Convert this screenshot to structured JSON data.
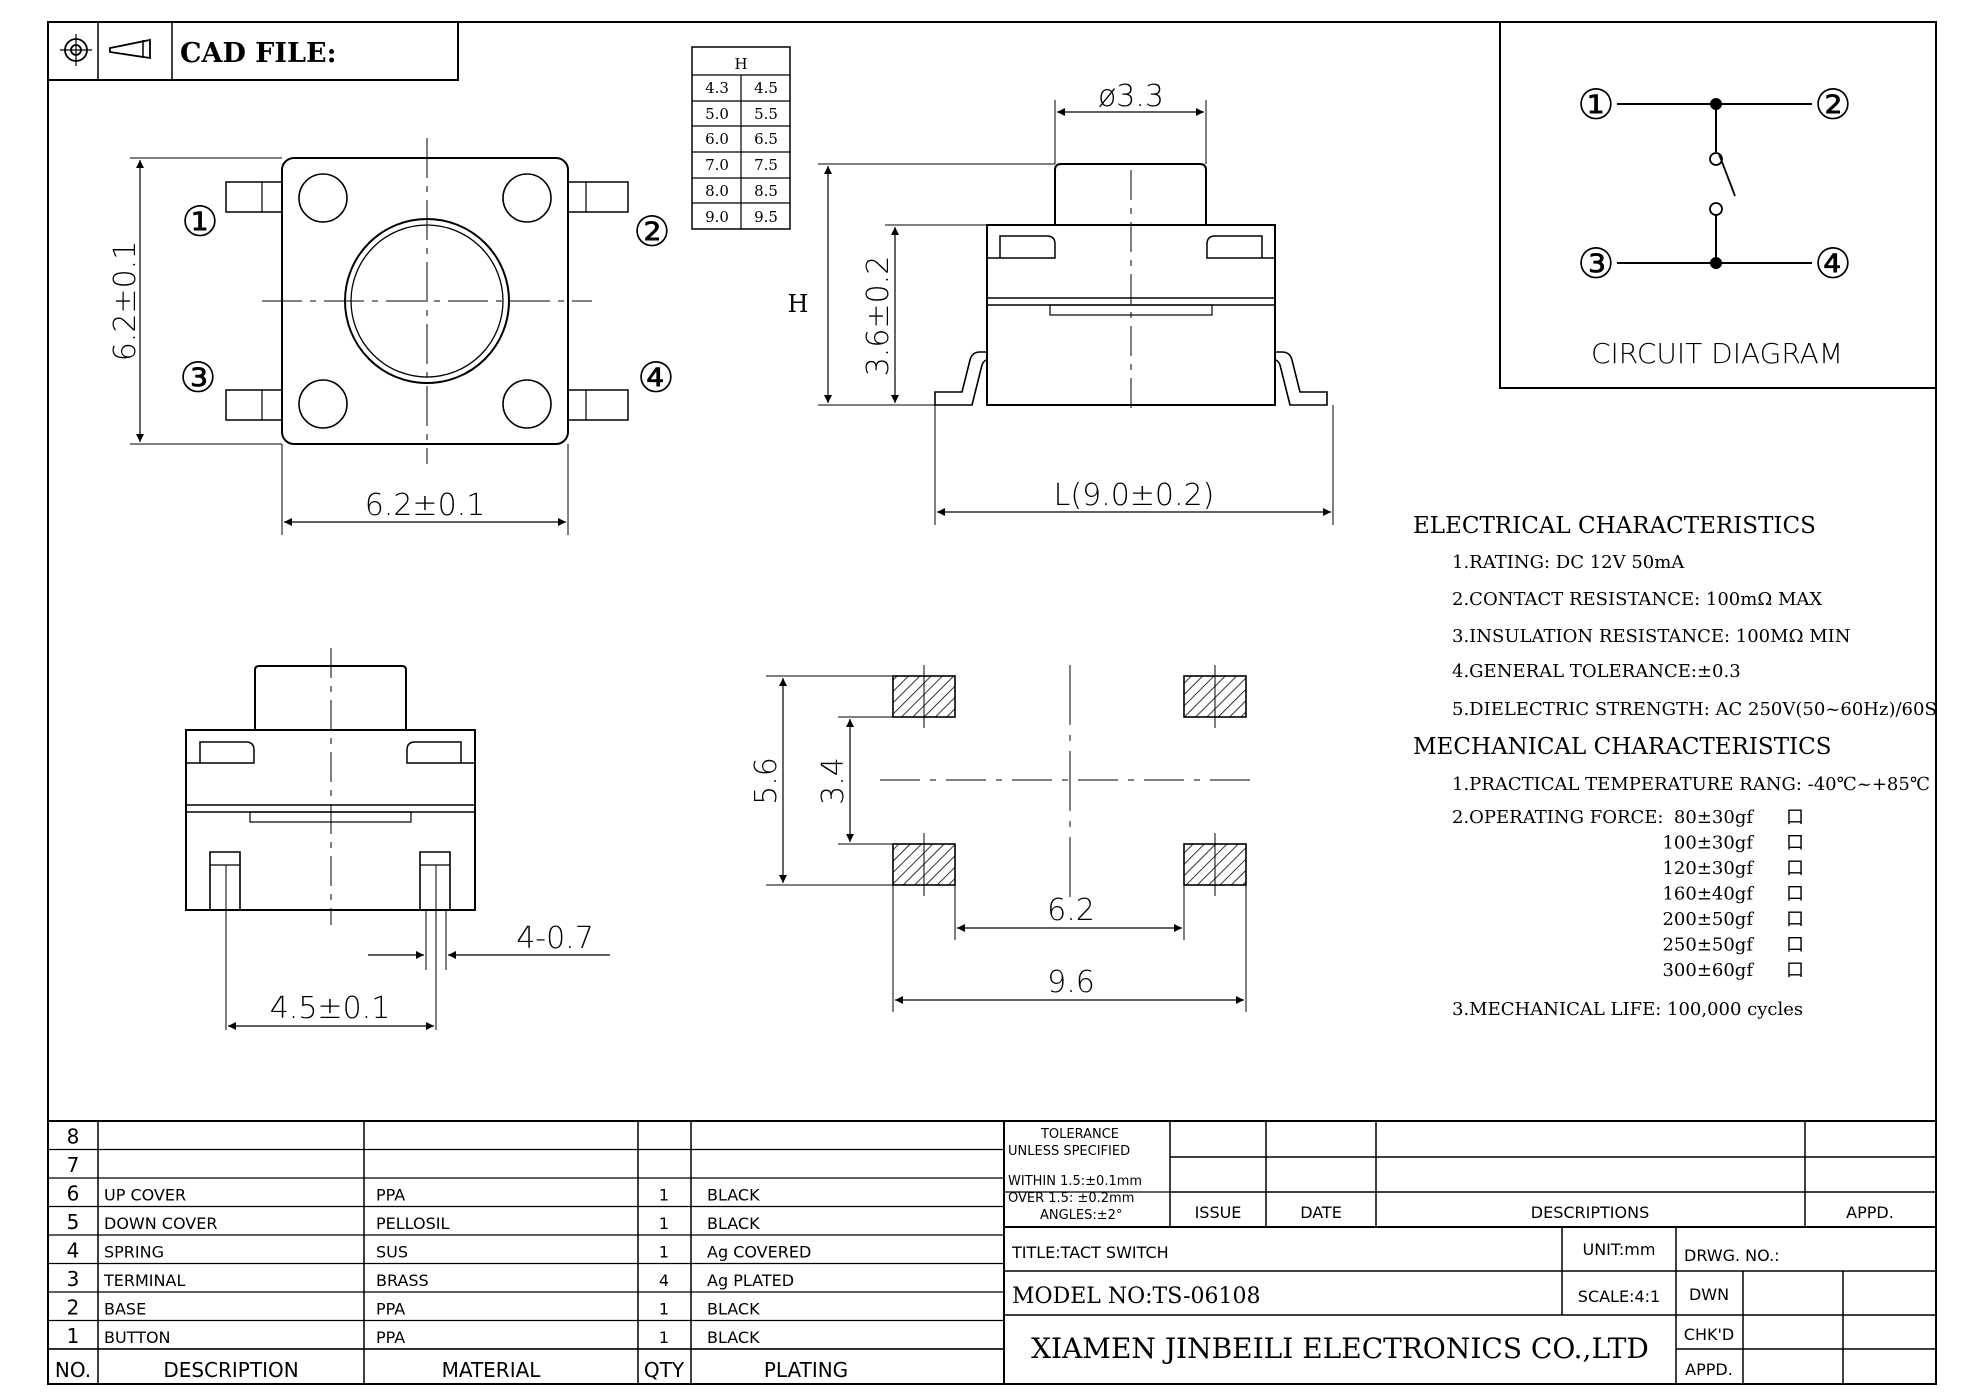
{
  "header": {
    "cad_file_label": "CAD FILE:"
  },
  "h_table": {
    "header": "H",
    "rows": [
      [
        "4.3",
        "4.5"
      ],
      [
        "5.0",
        "5.5"
      ],
      [
        "6.0",
        "6.5"
      ],
      [
        "7.0",
        "7.5"
      ],
      [
        "8.0",
        "8.5"
      ],
      [
        "9.0",
        "9.5"
      ]
    ]
  },
  "top_view": {
    "pins": [
      "①",
      "②",
      "③",
      "④"
    ],
    "dim_height": "6.2±0.1",
    "dim_width": "6.2±0.1"
  },
  "side_view": {
    "dim_diameter": "ø3.3",
    "dim_total_height": "H",
    "dim_body_height": "3.6±0.2",
    "dim_length": "L(9.0±0.2)"
  },
  "front_view": {
    "dim_pin_width": "4-0.7",
    "dim_pin_pitch": "4.5±0.1"
  },
  "pcb_layout": {
    "dim_outer_vertical": "5.6",
    "dim_inner_vertical": "3.4",
    "dim_inner_horizontal": "6.2",
    "dim_outer_horizontal": "9.6"
  },
  "circuit": {
    "pins": [
      "①",
      "②",
      "③",
      "④"
    ],
    "title": "CIRCUIT DIAGRAM"
  },
  "electrical": {
    "heading": "ELECTRICAL CHARACTERISTICS",
    "items": [
      "1.RATING: DC 12V 50mA",
      "2.CONTACT RESISTANCE: 100mΩ MAX",
      "3.INSULATION RESISTANCE: 100MΩ MIN",
      "4.GENERAL TOLERANCE:±0.3",
      "5.DIELECTRIC STRENGTH: AC 250V(50~60Hz)/60S"
    ]
  },
  "mechanical": {
    "heading": "MECHANICAL CHARACTERISTICS",
    "temperature": "1.PRACTICAL TEMPERATURE RANG: -40℃~+85℃",
    "force_label": "2.OPERATING FORCE:",
    "forces": [
      "80±30gf",
      "100±30gf",
      "120±30gf",
      "160±40gf",
      "200±50gf",
      "250±50gf",
      "300±60gf"
    ],
    "checkbox": "口",
    "life": "3.MECHANICAL LIFE: 100,000 cycles"
  },
  "bom": {
    "headers": [
      "NO.",
      "DESCRIPTION",
      "MATERIAL",
      "QTY",
      "PLATING"
    ],
    "rows": [
      [
        "8",
        "",
        "",
        "",
        ""
      ],
      [
        "7",
        "",
        "",
        "",
        ""
      ],
      [
        "6",
        "UP COVER",
        "PPA",
        "1",
        "BLACK"
      ],
      [
        "5",
        "DOWN COVER",
        "PELLOSIL",
        "1",
        "BLACK"
      ],
      [
        "4",
        "SPRING",
        "SUS",
        "1",
        "Ag COVERED"
      ],
      [
        "3",
        "TERMINAL",
        "BRASS",
        "4",
        "Ag PLATED"
      ],
      [
        "2",
        "BASE",
        "PPA",
        "1",
        "BLACK"
      ],
      [
        "1",
        "BUTTON",
        "PPA",
        "1",
        "BLACK"
      ]
    ]
  },
  "title_block": {
    "tolerance_1": "TOLERANCE",
    "tolerance_2": "UNLESS SPECIFIED",
    "within": "WITHIN 1.5:±0.1mm",
    "over": "OVER 1.5: ±0.2mm",
    "angles": "ANGLES:±2°",
    "issue": "ISSUE",
    "date": "DATE",
    "descriptions": "DESCRIPTIONS",
    "appd_header": "APPD.",
    "title": "TITLE:TACT SWITCH",
    "unit": "UNIT:mm",
    "drwg_no": "DRWG. NO.:",
    "model": "MODEL NO:TS-06108",
    "scale": "SCALE:4:1",
    "dwn": "DWN",
    "chkd": "CHK'D",
    "appd": "APPD.",
    "company": "XIAMEN JINBEILI ELECTRONICS CO.,LTD"
  }
}
